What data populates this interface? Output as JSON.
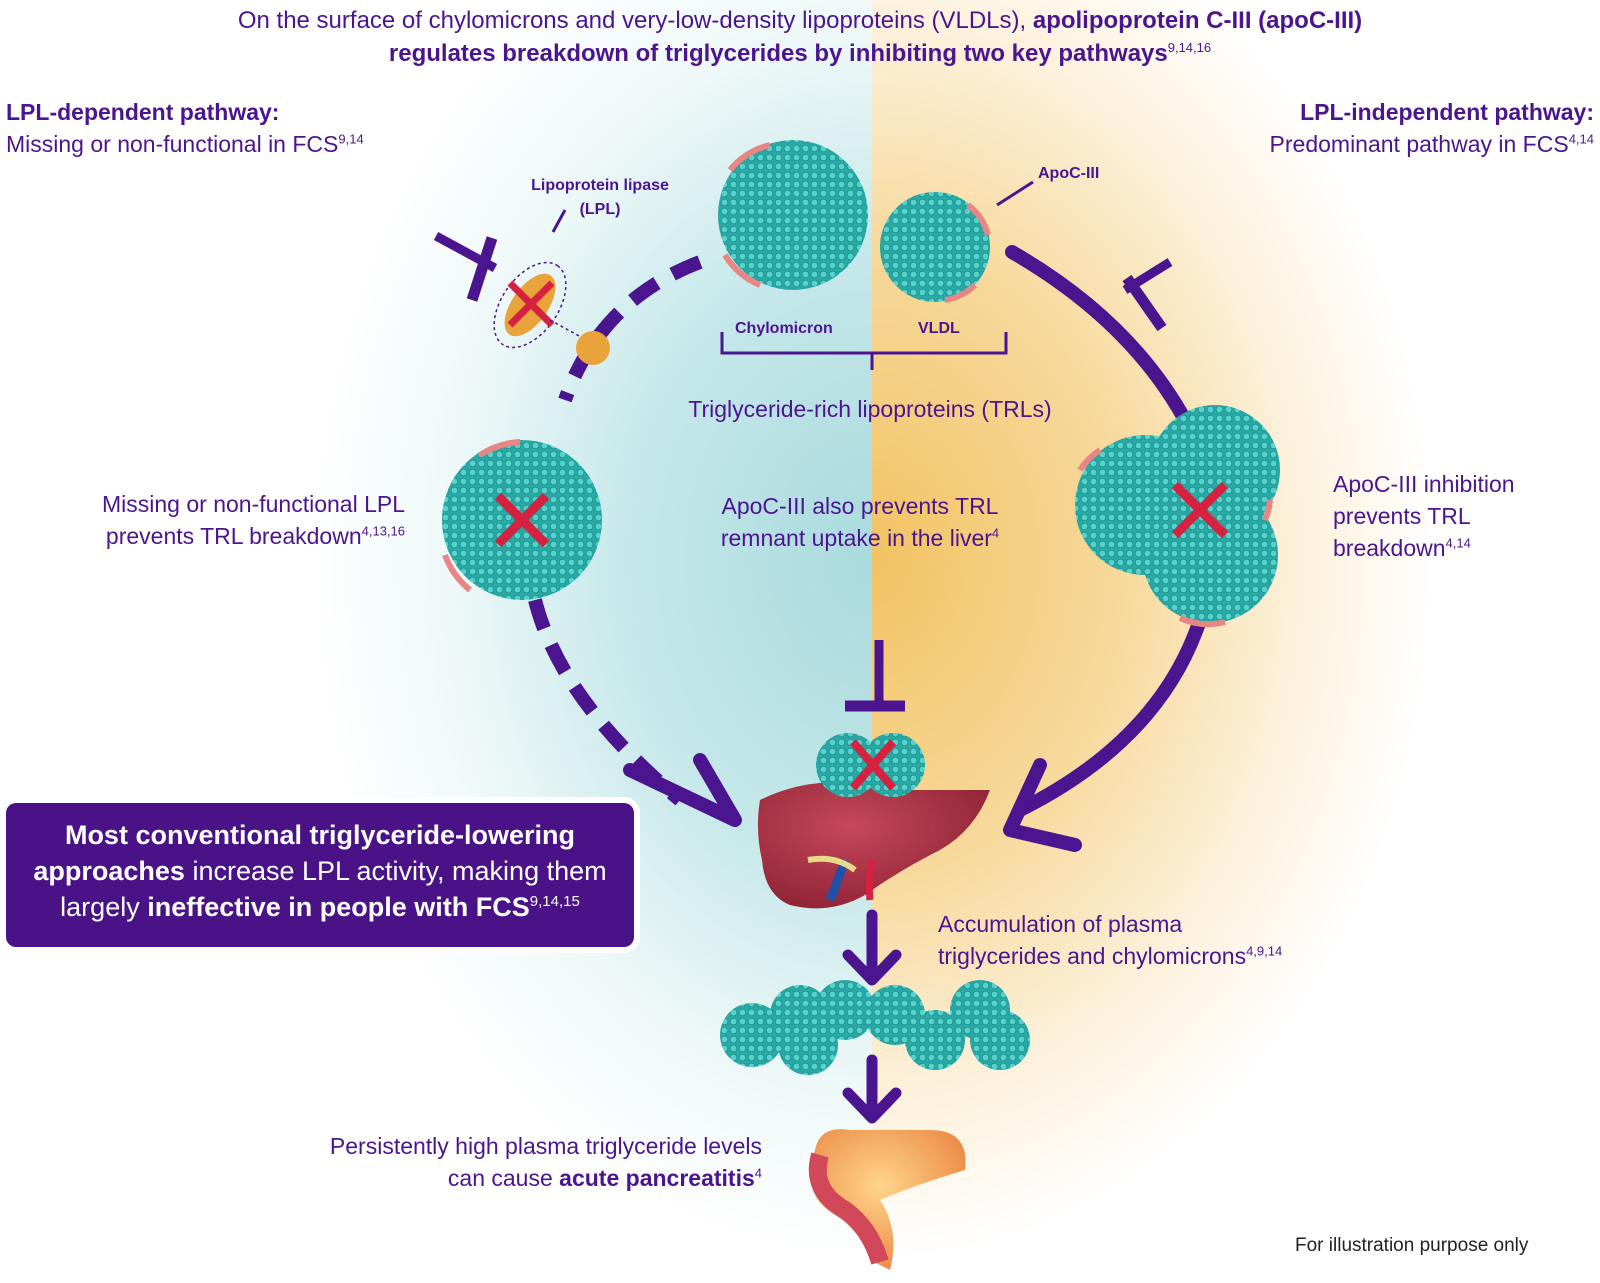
{
  "header": {
    "line1_plain": "On the surface of chylomicrons and very-low-density lipoproteins (VLDLs), ",
    "line1_bold": "apolipoprotein C-III (apoC-III)",
    "line2_bold": "regulates breakdown of triglycerides by inhibiting two key pathways",
    "line2_refs": "9,14,16"
  },
  "left_pathway": {
    "title": "LPL-dependent pathway:",
    "subtitle": "Missing or non-functional in FCS",
    "refs": "9,14"
  },
  "right_pathway": {
    "title": "LPL-independent pathway:",
    "subtitle": "Predominant pathway in FCS",
    "refs": "4,14"
  },
  "labels": {
    "lpl_line1": "Lipoprotein lipase",
    "lpl_line2": "(LPL)",
    "apoc": "ApoC-III",
    "chylomicron": "Chylomicron",
    "vldl": "VLDL",
    "trl": "Triglyceride-rich lipoproteins (TRLs)",
    "missing_lpl_line1": "Missing or non-functional LPL",
    "missing_lpl_line2": "prevents TRL breakdown",
    "missing_lpl_refs": "4,13,16",
    "apoc_liver_line1": "ApoC-III also prevents TRL",
    "apoc_liver_line2": "remnant uptake in the liver",
    "apoc_liver_refs": "4",
    "apoc_inhib_line1": "ApoC-III inhibition",
    "apoc_inhib_line2": "prevents TRL",
    "apoc_inhib_line3": "breakdown",
    "apoc_inhib_refs": "4,14",
    "accum_line1": "Accumulation of plasma",
    "accum_line2": "triglycerides and chylomicrons",
    "accum_refs": "4,9,14",
    "pancreatitis_line1": "Persistently high plasma triglyceride levels",
    "pancreatitis_line2_plain": "can cause ",
    "pancreatitis_line2_bold": "acute pancreatitis",
    "pancreatitis_refs": "4",
    "illustration_note": "For illustration purpose only"
  },
  "callout": {
    "bold1": "Most conventional triglyceride-lowering",
    "bold2": "approaches",
    "plain1": " increase LPL activity, making them",
    "plain2": "largely ",
    "bold3": "ineffective in people with FCS",
    "refs": "9,14,15"
  },
  "colors": {
    "purple": "#4b1590",
    "callout_bg": "#4a1287",
    "teal_particle": "#2fb3ad",
    "apoc_pink": "#e88585",
    "cross_red": "#d6213f",
    "lpl_orange": "#e8a33a",
    "liver": "#b33848",
    "pancreas": "#e8813d"
  }
}
